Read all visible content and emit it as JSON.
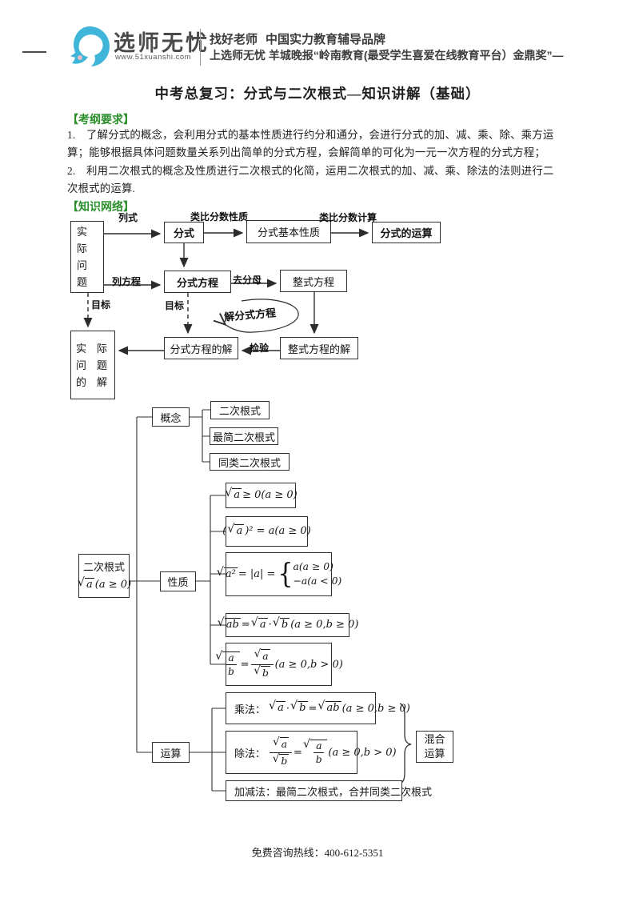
{
  "header": {
    "brand": "选师无忧",
    "website": "www.51xuanshi.com",
    "slogan1_a": "找好老师",
    "slogan1_b": "中国实力教育辅导品牌",
    "slogan2": "上选师无忧 羊城晚报“岭南教育(最受学生喜爱在线教育平台）金鼎奖”—"
  },
  "title": "中考总复习：分式与二次根式—知识讲解（基础）",
  "sections": {
    "outline": "【考纲要求】",
    "network": "【知识网络】"
  },
  "requirements": [
    "1.　了解分式的概念，会利用分式的基本性质进行约分和通分，会进行分式的加、减、乘、除、乘方运",
    "算；能够根据具体问题数量关系列出简单的分式方程，会解简单的可化为一元一次方程的分式方程；",
    "2.　利用二次根式的概念及性质进行二次根式的化简，运用二次根式的加、减、乘、除法的法则进行二",
    "次根式的运算."
  ],
  "chart1": {
    "boxes": {
      "shiji_lines": [
        "实",
        "际",
        "问",
        "题"
      ],
      "fenshi": "分式",
      "jiben": "分式基本性质",
      "yunsuan": "分式的运算",
      "fangcheng": "分式方程",
      "zhengshi": "整式方程",
      "shijijie_lines": [
        "实　际",
        "问　题",
        "的　解"
      ],
      "fenshijie": "分式方程的解",
      "zhengshijie": "整式方程的解"
    },
    "labels": {
      "lieshi": "列式",
      "leibi_xingzhi": "类比分数性质",
      "leibi_jisuan": "类比分数计算",
      "liefangcheng": "列方程",
      "qufenmu": "去分母",
      "mubiao": "目标",
      "jiefangcheng": "解分式方程",
      "jianyan": "检验"
    }
  },
  "chart2": {
    "root_line1": "二次根式",
    "root_formula": [
      {
        "t": "rad",
        "v": "a"
      },
      {
        "t": "txt",
        "v": "(a ≥ 0)"
      }
    ],
    "concept": "概念",
    "props": "性质",
    "ops": "运算",
    "concept_children": [
      "二次根式",
      "最简二次根式",
      "同类二次根式"
    ],
    "formulas": {
      "f1": [
        {
          "t": "rad",
          "v": "a"
        },
        {
          "t": "txt",
          "v": " ≥ 0(a ≥ 0)"
        }
      ],
      "f2": [
        {
          "t": "txt",
          "v": "("
        },
        {
          "t": "rad",
          "v": "a"
        },
        {
          "t": "txt",
          "v": ")² = a(a ≥ 0)"
        }
      ],
      "f3": [
        {
          "t": "rad",
          "v": "a²"
        },
        {
          "t": "txt",
          "v": " = |a| = "
        },
        {
          "t": "cases",
          "v": [
            "a(a ≥ 0)",
            "−a(a < 0)"
          ]
        }
      ],
      "f4": [
        {
          "t": "rad",
          "v": "ab"
        },
        {
          "t": "txt",
          "v": " = "
        },
        {
          "t": "rad",
          "v": "a"
        },
        {
          "t": "txt",
          "v": "·"
        },
        {
          "t": "rad",
          "v": "b"
        },
        {
          "t": "txt",
          "v": "(a ≥ 0,b ≥ 0)"
        }
      ],
      "f5": [
        {
          "t": "rad",
          "v": [
            {
              "t": "frac",
              "n": [
                "a"
              ],
              "d": [
                "b"
              ]
            }
          ]
        },
        {
          "t": "txt",
          "v": " = "
        },
        {
          "t": "frac",
          "n": [
            {
              "t": "rad",
              "v": "a"
            }
          ],
          "d": [
            {
              "t": "rad",
              "v": "b"
            }
          ]
        },
        {
          "t": "txt",
          "v": "(a ≥ 0,b > 0)"
        }
      ],
      "mul": [
        {
          "t": "lab",
          "v": "乘法："
        },
        {
          "t": "rad",
          "v": "a"
        },
        {
          "t": "txt",
          "v": "·"
        },
        {
          "t": "rad",
          "v": "b"
        },
        {
          "t": "txt",
          "v": " = "
        },
        {
          "t": "rad",
          "v": "ab"
        },
        {
          "t": "txt",
          "v": "(a ≥ 0,b ≥ 0)"
        }
      ],
      "div": [
        {
          "t": "lab",
          "v": "除法："
        },
        {
          "t": "frac",
          "n": [
            {
              "t": "rad",
              "v": "a"
            }
          ],
          "d": [
            {
              "t": "rad",
              "v": "b"
            }
          ]
        },
        {
          "t": "txt",
          "v": " = "
        },
        {
          "t": "rad",
          "v": [
            {
              "t": "frac",
              "n": [
                "a"
              ],
              "d": [
                "b"
              ]
            }
          ]
        },
        {
          "t": "txt",
          "v": "(a ≥ 0,b > 0)"
        }
      ],
      "addsub": [
        {
          "t": "lab",
          "v": "加减法：最简二次根式，合并同类二次根式"
        }
      ]
    },
    "mixed_lines": [
      "混合",
      "运算"
    ]
  },
  "footer": {
    "hotline": "免费咨询热线：400-612-5351"
  },
  "colors": {
    "accent_green": "#2b8f2b",
    "logo_teal": "#3eb5d9"
  }
}
